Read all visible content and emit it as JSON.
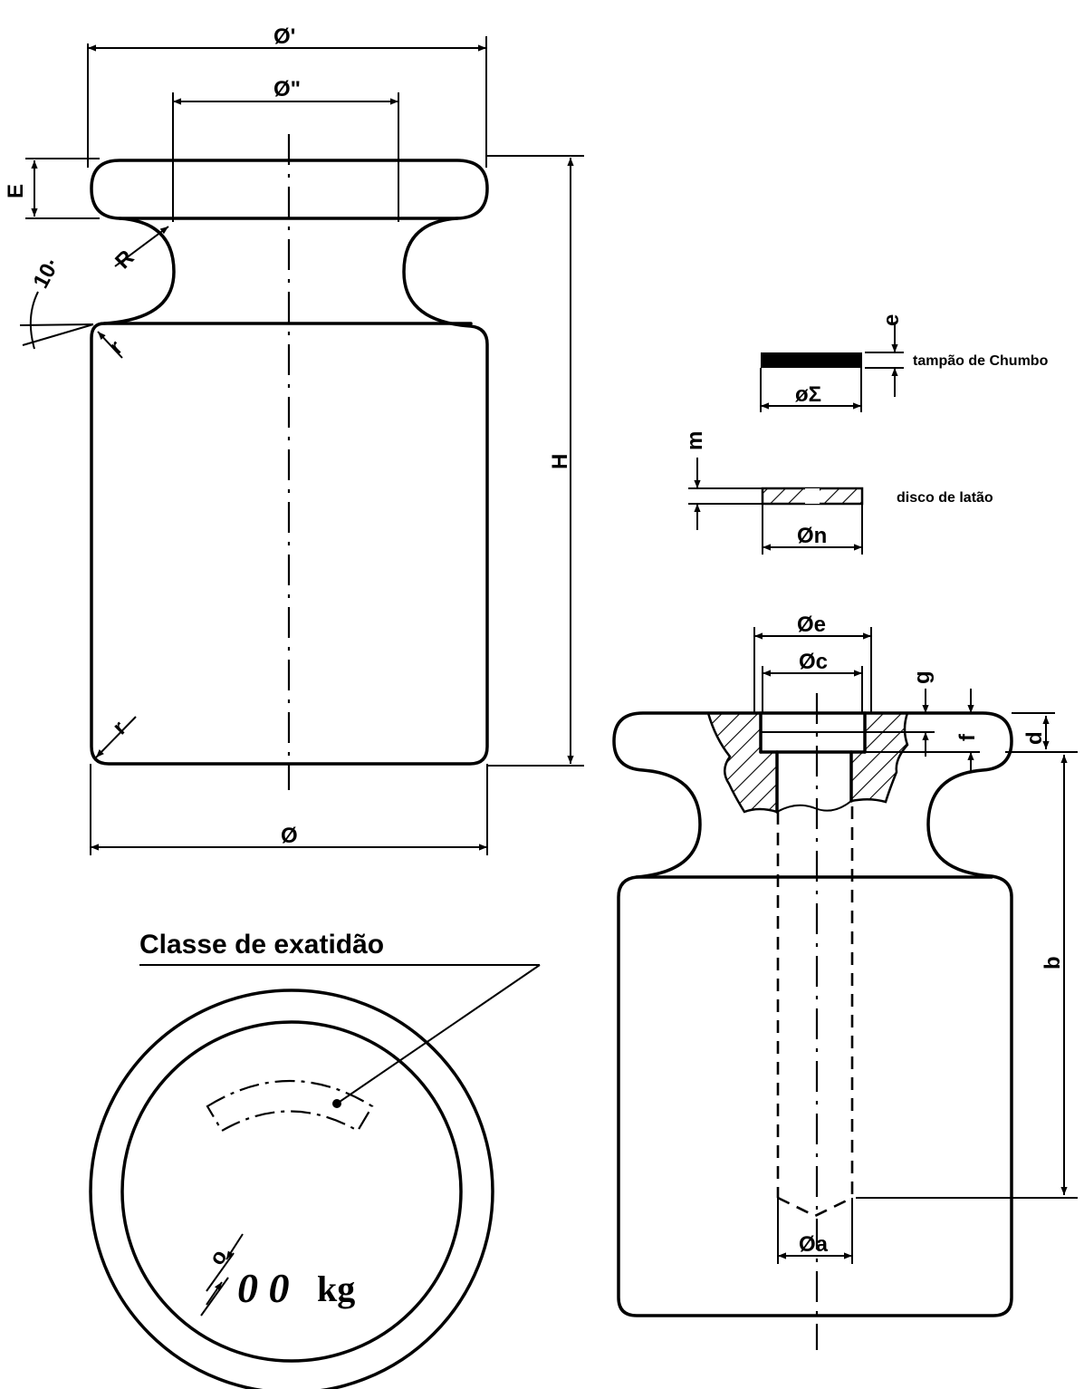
{
  "front_view": {
    "dim_top_outer": "Ø'",
    "dim_top_inner": "Ø\"",
    "dim_E": "E",
    "dim_R": "R",
    "dim_angle": "10·",
    "dim_r_neck": "r",
    "dim_H": "H",
    "dim_r_base": "r",
    "dim_base": "Ø"
  },
  "parts": {
    "lead_plug_thickness": "e",
    "lead_plug_diameter": "øΣ",
    "lead_plug_label": "tampão de Chumbo",
    "brass_disc_thickness": "m",
    "brass_disc_diameter": "Øn",
    "brass_disc_label": "disco de latão"
  },
  "section_view": {
    "dim_e": "Øe",
    "dim_c": "Øc",
    "dim_g": "g",
    "dim_f": "f",
    "dim_d": "d",
    "dim_b": "b",
    "dim_a": "Øa"
  },
  "top_view": {
    "title": "Classe de exatidão",
    "dim_o": "o",
    "mass_marking": "0 0",
    "mass_unit": "kg"
  }
}
